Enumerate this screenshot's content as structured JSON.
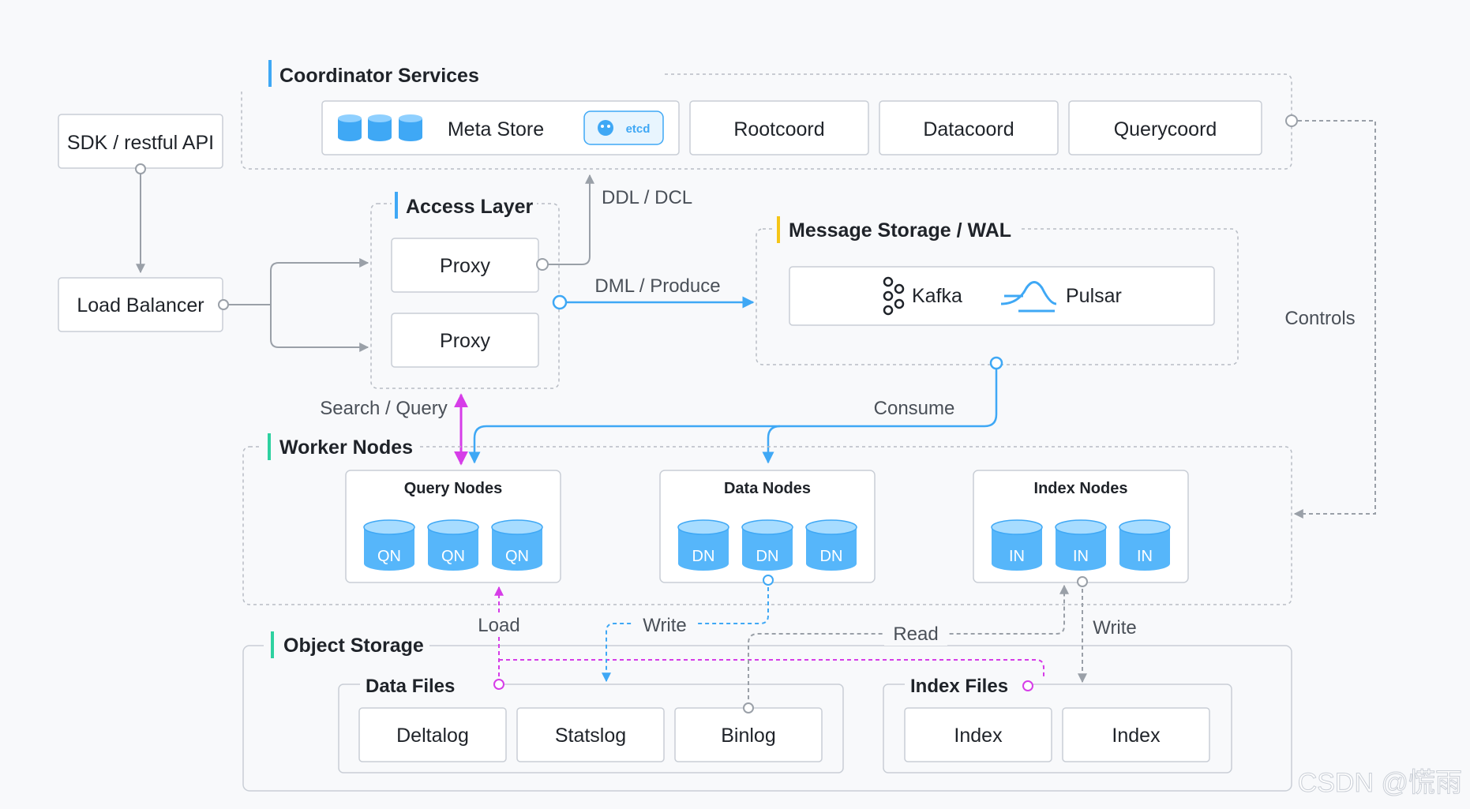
{
  "coordinator": {
    "title": "Coordinator Services",
    "meta_store": "Meta Store",
    "etcd": "etcd",
    "rootcoord": "Rootcoord",
    "datacoord": "Datacoord",
    "querycoord": "Querycoord"
  },
  "sdk": "SDK / restful API",
  "load_balancer": "Load Balancer",
  "access": {
    "title": "Access Layer",
    "proxy_1": "Proxy",
    "proxy_2": "Proxy"
  },
  "labels": {
    "ddl": "DDL / DCL",
    "dml": "DML / Produce",
    "search": "Search / Query",
    "consume": "Consume",
    "controls": "Controls",
    "load": "Load",
    "write_data": "Write",
    "read": "Read",
    "write_index": "Write"
  },
  "message": {
    "title": "Message Storage / WAL",
    "kafka": "Kafka",
    "pulsar": "Pulsar"
  },
  "worker": {
    "title": "Worker Nodes",
    "query_nodes": {
      "title": "Query Nodes",
      "node": "QN"
    },
    "data_nodes": {
      "title": "Data Nodes",
      "node": "DN"
    },
    "index_nodes": {
      "title": "Index Nodes",
      "node": "IN"
    }
  },
  "object": {
    "title": "Object Storage",
    "data_files": {
      "title": "Data Files",
      "deltalog": "Deltalog",
      "statslog": "Statslog",
      "binlog": "Binlog"
    },
    "index_files": {
      "title": "Index Files",
      "index_1": "Index",
      "index_2": "Index"
    }
  },
  "watermark": "CSDN @慌雨",
  "colors": {
    "blue": "#3fa8f5",
    "magenta": "#d63de8",
    "yellow": "#f5c518",
    "green": "#2ed1a0",
    "gray": "#9aa0a8"
  }
}
